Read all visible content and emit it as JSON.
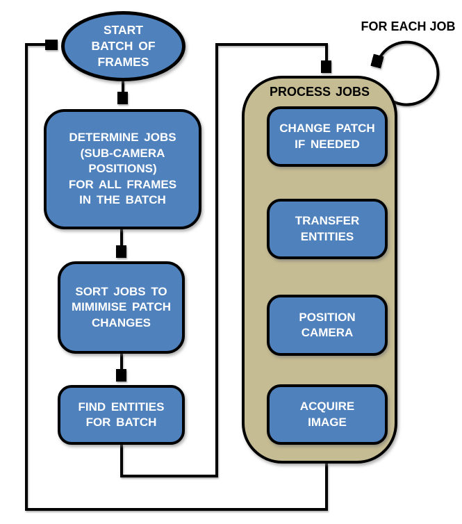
{
  "colors": {
    "node_fill": "#4F81BD",
    "container_fill": "#C6BC93",
    "stroke": "#000000",
    "text_on_node": "#FFFFFF",
    "text_label": "#000000"
  },
  "nodes": {
    "start": {
      "lines": [
        "START",
        "BATCH OF",
        "FRAMES"
      ]
    },
    "determine_jobs": {
      "lines": [
        "DETERMINE JOBS",
        "(SUB-CAMERA",
        "POSITIONS)",
        "FOR ALL FRAMES",
        "IN THE BATCH"
      ]
    },
    "sort_jobs": {
      "lines": [
        "SORT JOBS TO",
        "MIMIMISE PATCH",
        "CHANGES"
      ]
    },
    "find_entities": {
      "lines": [
        "FIND ENTITIES",
        "FOR BATCH"
      ]
    },
    "change_patch": {
      "lines": [
        "CHANGE PATCH",
        "IF NEEDED"
      ]
    },
    "transfer_entities": {
      "lines": [
        "TRANSFER",
        "ENTITIES"
      ]
    },
    "position_camera": {
      "lines": [
        "POSITION",
        "CAMERA"
      ]
    },
    "acquire_image": {
      "lines": [
        "ACQUIRE",
        "IMAGE"
      ]
    }
  },
  "labels": {
    "process_jobs": "PROCESS JOBS",
    "for_each_job": "FOR EACH JOB"
  }
}
